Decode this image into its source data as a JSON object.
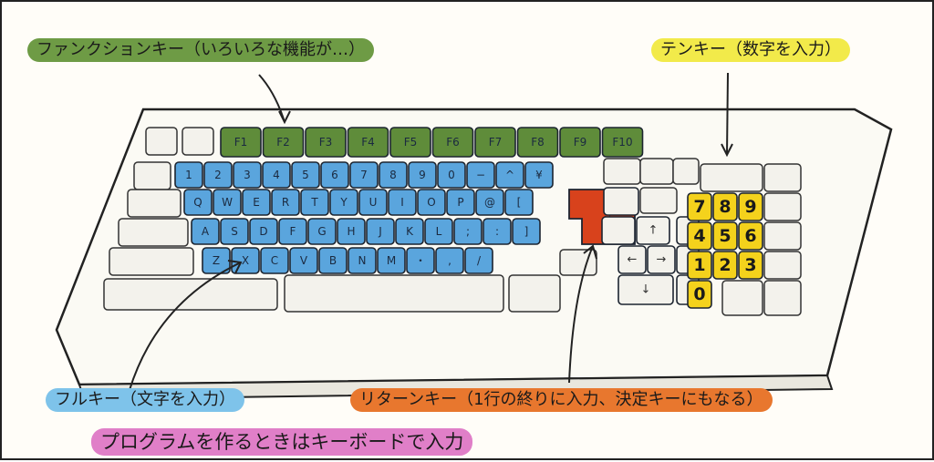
{
  "labels": {
    "function": "ファンクションキー（いろいろな機能が…）",
    "tenkey": "テンキー（数字を入力）",
    "fullkey": "フルキー（文字を入力）",
    "return": "リターンキー（1行の終りに入力、決定キーにもなる）",
    "program": "プログラムを作るときはキーボードで入力"
  },
  "function_keys": [
    "F1",
    "F2",
    "F3",
    "F4",
    "F5",
    "F6",
    "F7",
    "F8",
    "F9",
    "F10"
  ],
  "rows": [
    [
      "1",
      "2",
      "3",
      "4",
      "5",
      "6",
      "7",
      "8",
      "9",
      "0",
      "−",
      "^",
      "¥"
    ],
    [
      "Q",
      "W",
      "E",
      "R",
      "T",
      "Y",
      "U",
      "I",
      "O",
      "P",
      "@",
      "["
    ],
    [
      "A",
      "S",
      "D",
      "F",
      "G",
      "H",
      "J",
      "K",
      "L",
      ";",
      ":",
      "]"
    ],
    [
      "Z",
      "X",
      "C",
      "V",
      "B",
      "N",
      "M",
      "・",
      ",",
      "/"
    ]
  ],
  "arrows": {
    "up": "↑",
    "left": "←",
    "right": "→",
    "down": "↓"
  },
  "return_glyph": "↵",
  "numpad": [
    [
      "7",
      "8",
      "9"
    ],
    [
      "4",
      "5",
      "6"
    ],
    [
      "1",
      "2",
      "3"
    ],
    [
      "0"
    ]
  ],
  "colors": {
    "function_highlight": "#6e9b45",
    "tenkey_highlight": "#f2ea4a",
    "fullkey_highlight": "#7ec3ea",
    "return_highlight": "#e8772e",
    "program_highlight": "#e07fc8",
    "function_keys": "#5f8c3a",
    "full_keys": "#5aa5dd",
    "return_key": "#d8421c",
    "numpad_keys": "#f4d21c"
  }
}
